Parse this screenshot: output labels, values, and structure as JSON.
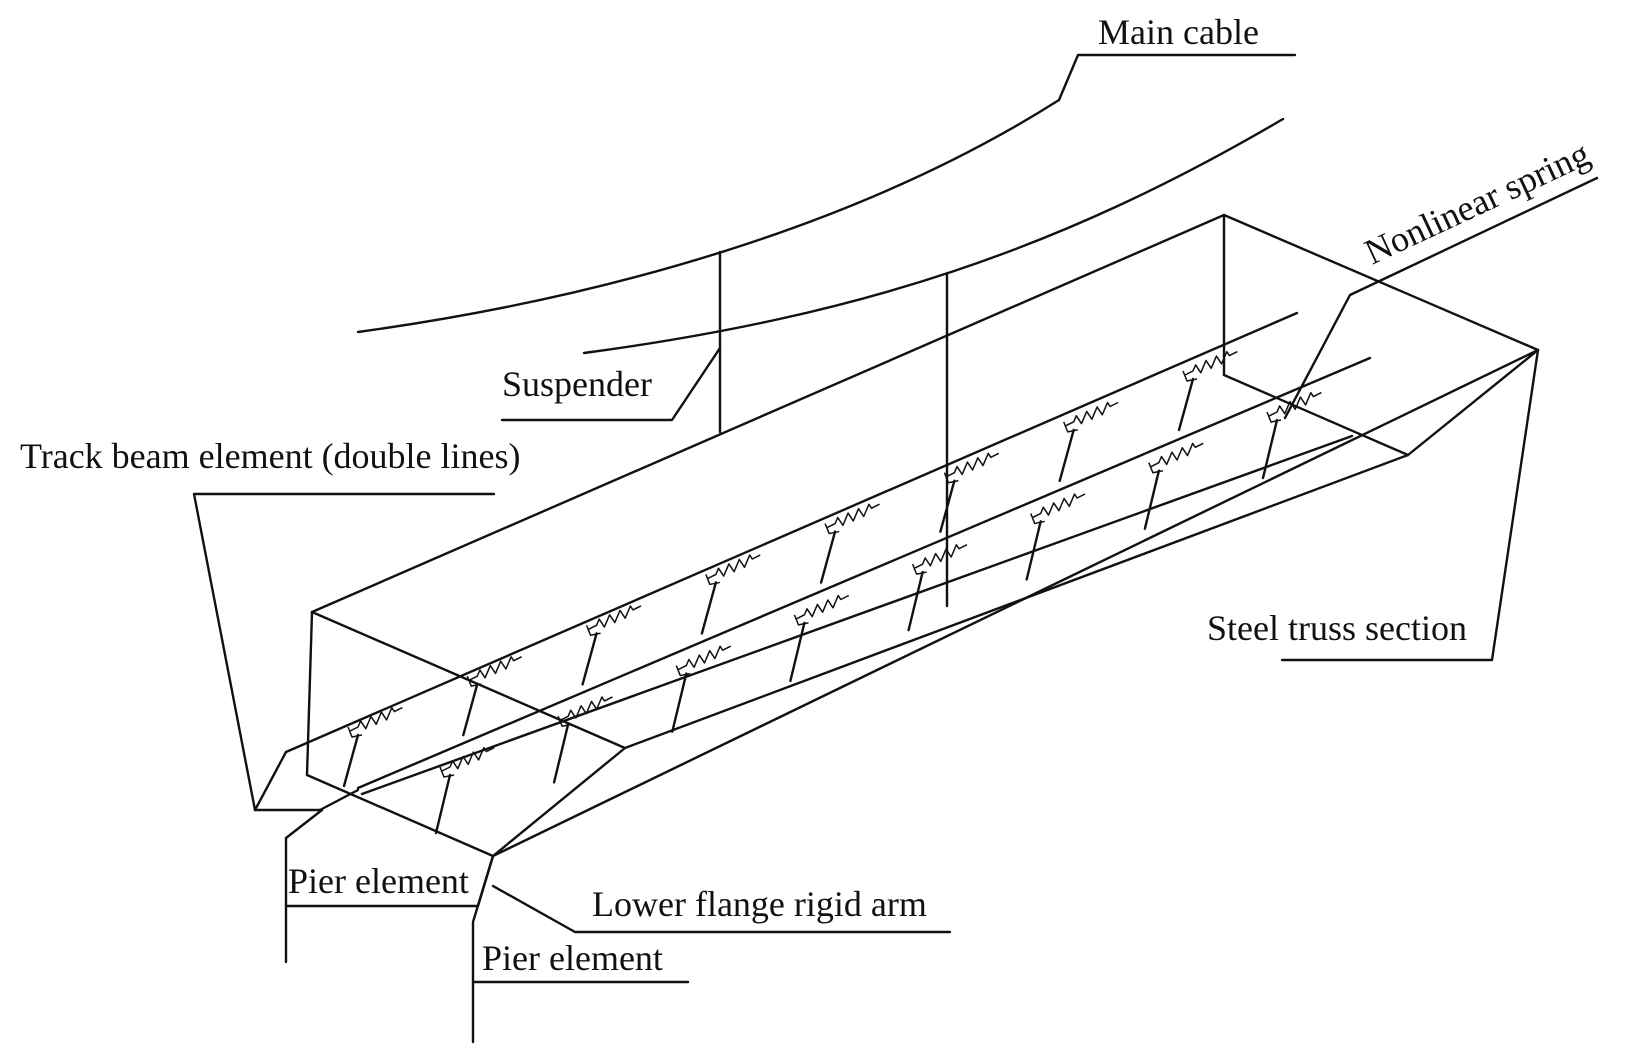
{
  "labels": {
    "main_cable": "Main cable",
    "nonlinear_spring": "Nonlinear spring",
    "suspender": "Suspender",
    "track_beam": "Track beam element (double lines)",
    "steel_truss": "Steel truss section",
    "pier_element_1": "Pier element",
    "lower_flange": "Lower flange rigid arm",
    "pier_element_2": "Pier element"
  },
  "colors": {
    "line": "#111111",
    "background": "#ffffff"
  }
}
